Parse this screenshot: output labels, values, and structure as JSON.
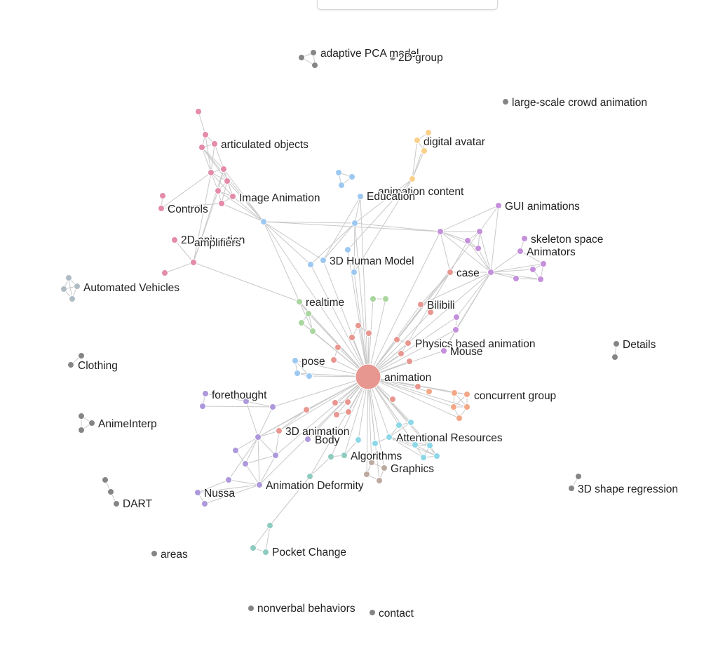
{
  "colors": {
    "gray": "#858585",
    "pink": "#e38ba8",
    "blue": "#9cc8f2",
    "yellow": "#fbd08a",
    "purple": "#c48fdb",
    "salmon": "#e89690",
    "green": "#a9d69e",
    "orange": "#f2a786",
    "cyan": "#8dd8e8",
    "lavender": "#ae98dc",
    "teal": "#8ecbbf",
    "taupe": "#bcaaa0",
    "slate": "#b0bcc4",
    "edge": "#c9c9c9"
  },
  "labels": [
    {
      "id": "adaptive-pca-model",
      "text": "adaptive PCA model"
    },
    {
      "id": "2d-group",
      "text": "2D group"
    },
    {
      "id": "large-scale-crowd-animation",
      "text": "large-scale crowd animation"
    },
    {
      "id": "articulated-objects",
      "text": "articulated objects"
    },
    {
      "id": "digital-avatar",
      "text": "digital avatar"
    },
    {
      "id": "image-animation",
      "text": "Image Animation"
    },
    {
      "id": "animation-content",
      "text": "animation content"
    },
    {
      "id": "education",
      "text": "Education"
    },
    {
      "id": "controls",
      "text": "Controls"
    },
    {
      "id": "gui-animations",
      "text": "GUI animations"
    },
    {
      "id": "2d-animation",
      "text": "2D animation"
    },
    {
      "id": "amplifiers",
      "text": "amplifiers"
    },
    {
      "id": "skeleton-space",
      "text": "skeleton space"
    },
    {
      "id": "animators",
      "text": "Animators"
    },
    {
      "id": "3d-human-model",
      "text": "3D Human Model"
    },
    {
      "id": "case",
      "text": "case"
    },
    {
      "id": "automated-vehicles",
      "text": "Automated Vehicles"
    },
    {
      "id": "realtime",
      "text": "realtime"
    },
    {
      "id": "bilibili",
      "text": "Bilibili"
    },
    {
      "id": "physics-based-animation",
      "text": "Physics based animation"
    },
    {
      "id": "details",
      "text": "Details"
    },
    {
      "id": "mouse",
      "text": "Mouse"
    },
    {
      "id": "pose",
      "text": "pose"
    },
    {
      "id": "clothing",
      "text": "Clothing"
    },
    {
      "id": "animation",
      "text": "animation"
    },
    {
      "id": "forethought",
      "text": "forethought"
    },
    {
      "id": "concurrent-group",
      "text": "concurrent group"
    },
    {
      "id": "animeinterp",
      "text": "AnimeInterp"
    },
    {
      "id": "3d-animation",
      "text": "3D animation"
    },
    {
      "id": "body",
      "text": "Body"
    },
    {
      "id": "attentional-resources",
      "text": "Attentional Resources"
    },
    {
      "id": "algorithms",
      "text": "Algorithms"
    },
    {
      "id": "graphics",
      "text": "Graphics"
    },
    {
      "id": "animation-deformity",
      "text": "Animation Deformity"
    },
    {
      "id": "3d-shape-regression",
      "text": "3D shape regression"
    },
    {
      "id": "nussa",
      "text": "Nussa"
    },
    {
      "id": "dart",
      "text": "DART"
    },
    {
      "id": "pocket-change",
      "text": "Pocket Change"
    },
    {
      "id": "areas",
      "text": "areas"
    },
    {
      "id": "nonverbal-behaviors",
      "text": "nonverbal behaviors"
    },
    {
      "id": "contact",
      "text": "contact"
    }
  ]
}
